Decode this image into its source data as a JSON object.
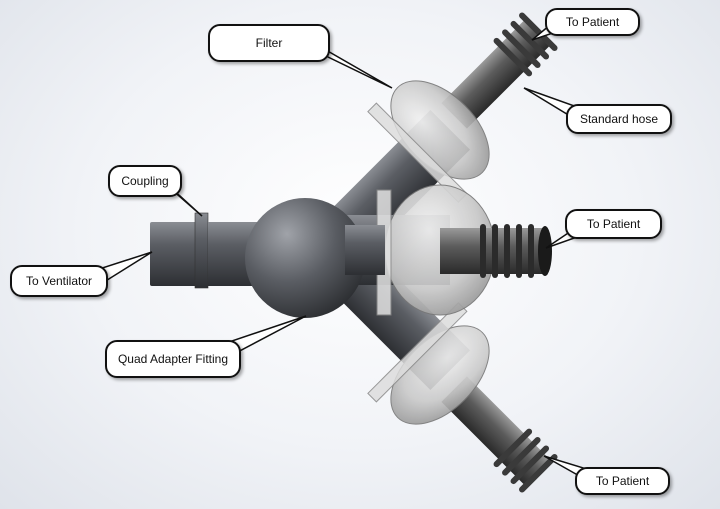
{
  "labels": {
    "filter": "Filter",
    "to_patient_top": "To Patient",
    "standard_hose": "Standard hose",
    "coupling": "Coupling",
    "to_patient_middle": "To Patient",
    "to_ventilator": "To Ventilator",
    "quad_adapter_fitting": "Quad Adapter Fitting",
    "to_patient_bottom": "To Patient"
  }
}
